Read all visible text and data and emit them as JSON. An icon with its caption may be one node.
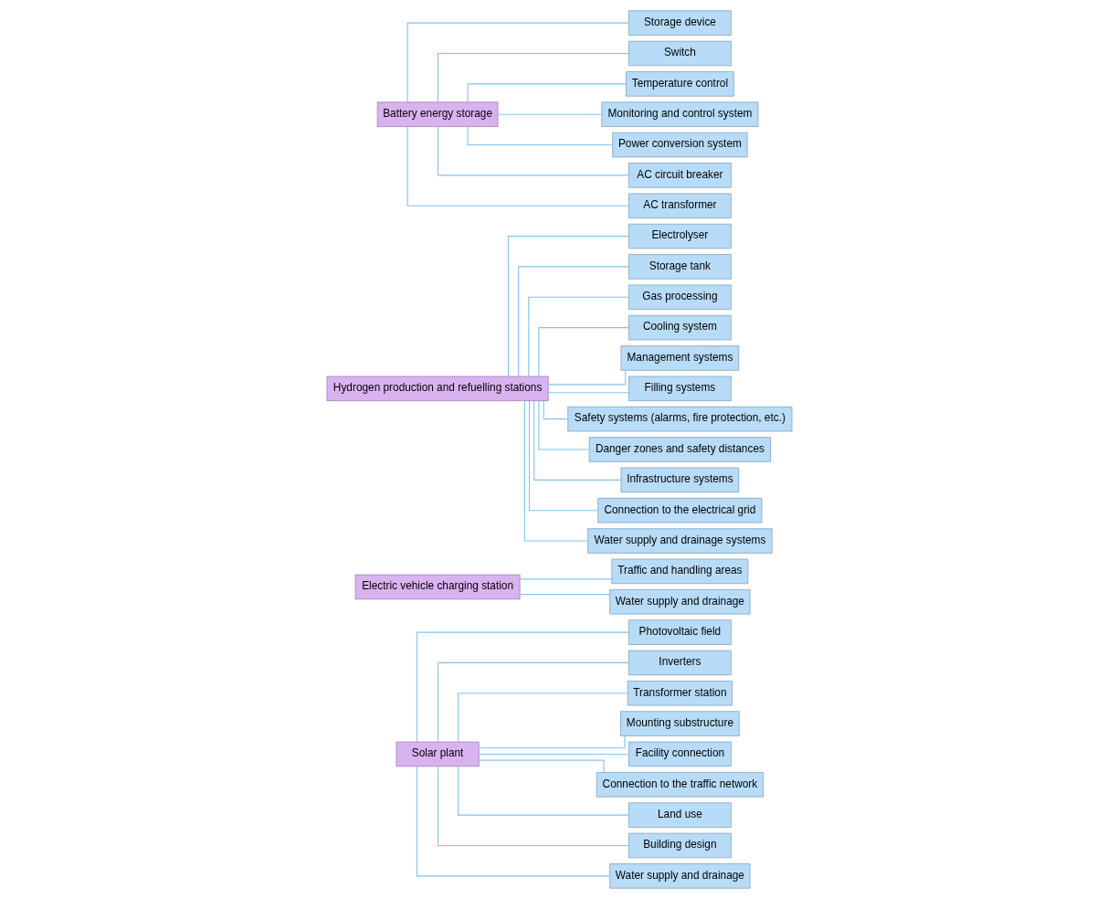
{
  "diagram": {
    "nodes": [
      {
        "text": [
          "Solar plant"
        ]
      },
      {
        "text": [
          "Photovoltaic field"
        ]
      },
      {
        "text": [
          "Inverters"
        ]
      },
      {
        "text": [
          "Transformer station"
        ]
      },
      {
        "text": [
          "Mounting substructure"
        ]
      },
      {
        "text": [
          "Facility connection"
        ]
      },
      {
        "text": [
          "Connection to the traffic network"
        ]
      },
      {
        "text": [
          "Land use"
        ]
      },
      {
        "text": [
          "Building design"
        ]
      },
      {
        "text": [
          "Water supply and drainage"
        ]
      },
      {
        "text": [
          "Electric vehicle charging station"
        ]
      },
      {
        "text": [
          "Traffic and handling areas"
        ]
      },
      {
        "text": [
          "Water supply and drainage"
        ]
      },
      {
        "text": [
          "Hydrogen production and refuelling stations"
        ]
      },
      {
        "text": [
          "Electrolyser"
        ]
      },
      {
        "text": [
          "Storage tank"
        ]
      },
      {
        "text": [
          "Gas processing"
        ]
      },
      {
        "text": [
          "Cooling system"
        ]
      },
      {
        "text": [
          "Management systems"
        ]
      },
      {
        "text": [
          "Filling systems"
        ]
      },
      {
        "text": [
          "Safety systems (alarms, fire protection, etc.)"
        ]
      },
      {
        "text": [
          "Danger zones and safety distances"
        ]
      },
      {
        "text": [
          "Infrastructure systems"
        ]
      },
      {
        "text": [
          "Connection to the electrical grid"
        ]
      },
      {
        "text": [
          "Water supply and drainage systems"
        ]
      },
      {
        "text": [
          "Battery energy storage"
        ]
      },
      {
        "text": [
          "Storage device"
        ]
      },
      {
        "text": [
          "Switch"
        ]
      },
      {
        "text": [
          "Temperature control"
        ]
      },
      {
        "text": [
          "Monitoring and control system"
        ]
      },
      {
        "text": [
          "Power conversion system"
        ]
      },
      {
        "text": [
          "AC circuit breaker"
        ]
      },
      {
        "text": [
          "AC transformer"
        ]
      }
    ],
    "edges": [
      {
        "from": 0,
        "to": 1,
        "arrow": "none"
      },
      {
        "from": 0,
        "to": 2,
        "arrow": "none"
      },
      {
        "from": 0,
        "to": 3,
        "arrow": "none"
      },
      {
        "from": 0,
        "to": 4,
        "arrow": "none"
      },
      {
        "from": 0,
        "to": 5,
        "arrow": "none"
      },
      {
        "from": 0,
        "to": 6,
        "arrow": "none"
      },
      {
        "from": 0,
        "to": 7,
        "arrow": "none"
      },
      {
        "from": 0,
        "to": 8,
        "arrow": "none"
      },
      {
        "from": 0,
        "to": 9,
        "arrow": "none"
      },
      {
        "from": 10,
        "to": 11,
        "arrow": "none"
      },
      {
        "from": 10,
        "to": 12,
        "arrow": "none"
      },
      {
        "from": 13,
        "to": 14,
        "arrow": "none"
      },
      {
        "from": 13,
        "to": 15,
        "arrow": "none"
      },
      {
        "from": 13,
        "to": 16,
        "arrow": "none"
      },
      {
        "from": 13,
        "to": 17,
        "arrow": "none"
      },
      {
        "from": 13,
        "to": 18,
        "arrow": "none"
      },
      {
        "from": 13,
        "to": 19,
        "arrow": "none"
      },
      {
        "from": 13,
        "to": 20,
        "arrow": "none"
      },
      {
        "from": 13,
        "to": 21,
        "arrow": "none"
      },
      {
        "from": 13,
        "to": 22,
        "arrow": "none"
      },
      {
        "from": 13,
        "to": 23,
        "arrow": "none"
      },
      {
        "from": 13,
        "to": 24,
        "arrow": "none"
      },
      {
        "from": 25,
        "to": 26,
        "arrow": "none"
      },
      {
        "from": 25,
        "to": 27,
        "arrow": "none"
      },
      {
        "from": 25,
        "to": 28,
        "arrow": "none"
      },
      {
        "from": 25,
        "to": 29,
        "arrow": "none"
      },
      {
        "from": 25,
        "to": 30,
        "arrow": "none"
      },
      {
        "from": 25,
        "to": 31,
        "arrow": "none"
      },
      {
        "from": 25,
        "to": 32,
        "arrow": "none"
      }
    ]
  }
}
